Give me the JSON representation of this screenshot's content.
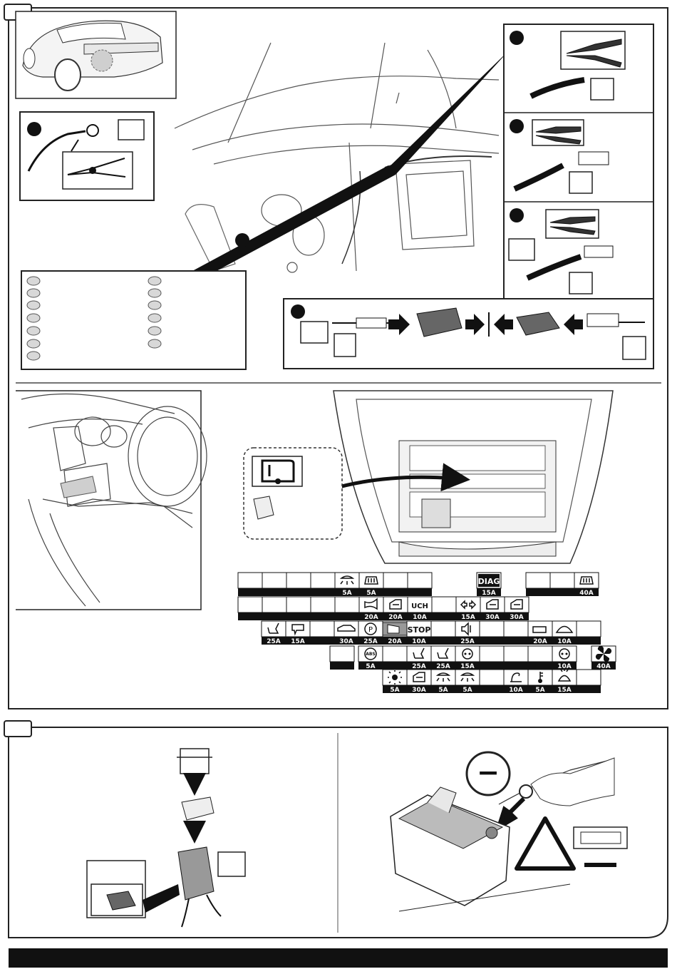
{
  "fuse_table": {
    "row1": [
      {
        "label": ""
      },
      {
        "label": ""
      },
      {
        "label": ""
      },
      {
        "label": ""
      },
      {
        "label": "5A",
        "icon": "interior-light-icon"
      },
      {
        "label": "5A",
        "icon": "rear-defrost-icon"
      },
      {
        "label": ""
      },
      {
        "label": ""
      }
    ],
    "diag": {
      "symbol": "DIAG",
      "label": "15A"
    },
    "row1_right": [
      {
        "label": ""
      },
      {
        "label": ""
      },
      {
        "label": "40A",
        "icon": "heated-rear-window-icon"
      }
    ],
    "row2": [
      {
        "label": ""
      },
      {
        "label": ""
      },
      {
        "label": ""
      },
      {
        "label": ""
      },
      {
        "label": ""
      },
      {
        "label": "20A",
        "icon": "horn-icon"
      },
      {
        "label": "20A",
        "icon": "door-lock-icon"
      },
      {
        "label": "10A",
        "symbol": "UCH"
      },
      {
        "label": ""
      },
      {
        "label": "15A",
        "icon": "hazard-arrows-icon"
      },
      {
        "label": "30A",
        "icon": "window-lift-icon"
      },
      {
        "label": "30A",
        "icon": "window-lift-icon"
      }
    ],
    "row3": [
      {
        "label": "25A",
        "icon": "heated-seat-icon"
      },
      {
        "label": "15A",
        "icon": "mirror-icon"
      },
      {
        "label": ""
      },
      {
        "label": "30A",
        "icon": "car-icon"
      },
      {
        "label": "25A",
        "icon": "parking-brake-icon"
      },
      {
        "label": "20A",
        "icon": "trailer-icon"
      },
      {
        "label": "10A",
        "symbol": "STOP"
      },
      {
        "label": ""
      },
      {
        "label": "25A",
        "icon": "audio-icon"
      },
      {
        "label": ""
      },
      {
        "label": ""
      },
      {
        "label": "20A",
        "icon": "radio-icon"
      },
      {
        "label": "10A",
        "icon": "instrument-cluster-icon"
      },
      {
        "label": ""
      }
    ],
    "row4": [
      {
        "label": "5A",
        "symbol": "ABS"
      },
      {
        "label": ""
      },
      {
        "label": "25A",
        "icon": "seat-icon"
      },
      {
        "label": "25A",
        "icon": "seat-icon"
      },
      {
        "label": "15A",
        "icon": "circle-dots-icon"
      },
      {
        "label": ""
      },
      {
        "label": ""
      },
      {
        "label": ""
      },
      {
        "label": "10A",
        "icon": "circle-dots-icon"
      }
    ],
    "row4_fan": {
      "label": "40A",
      "icon": "fan-icon"
    },
    "row5": [
      {
        "label": "5A",
        "icon": "sun-icon"
      },
      {
        "label": "30A",
        "icon": "door-lock-icon"
      },
      {
        "label": "5A",
        "icon": "interior-light-icon"
      },
      {
        "label": "5A",
        "icon": "interior-light-icon"
      },
      {
        "label": ""
      },
      {
        "label": "10A",
        "icon": "seat-belt-icon"
      },
      {
        "label": "5A",
        "icon": "temperature-icon"
      },
      {
        "label": "15A",
        "icon": "washer-icon"
      },
      {
        "label": ""
      }
    ]
  },
  "warning": {
    "battery_sign": "−",
    "triangle_icon": "warning-triangle-icon"
  }
}
